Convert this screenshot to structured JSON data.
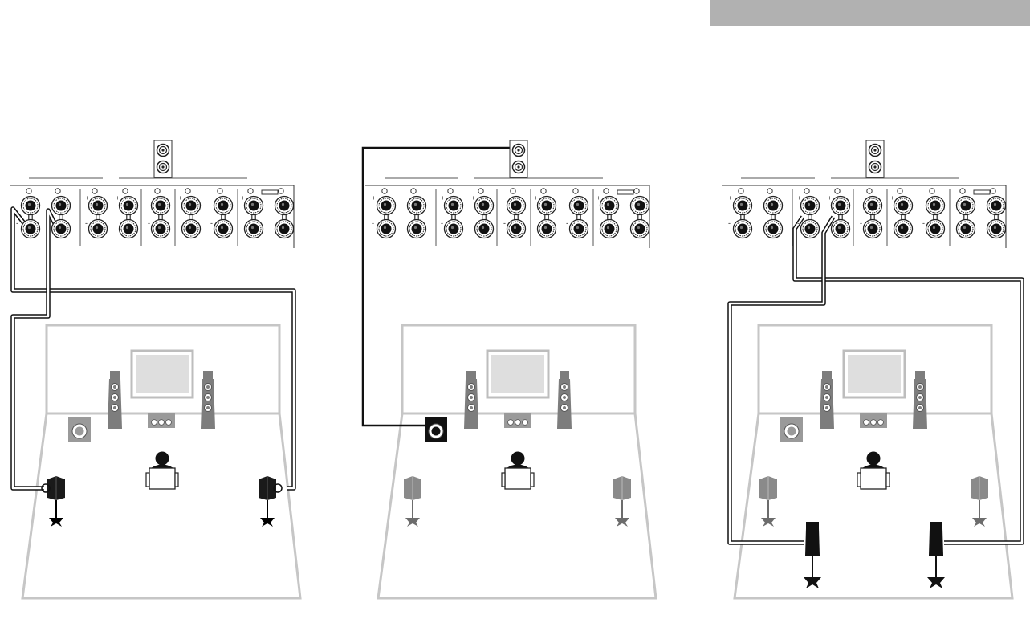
{
  "colors": {
    "header_bar": "#b1b1b1",
    "room_outline": "#c6c6c6",
    "highlight_speaker": "#1a1a1a",
    "dim_speaker": "#8a8a8a",
    "front_speaker": "#7d7d7d",
    "wire": "#1a1a1a"
  },
  "panels": [
    {
      "active_terminals": [
        [
          0,
          0
        ],
        [
          1,
          0
        ]
      ],
      "subwoofer_active": false,
      "subwoofer_out_wire": false,
      "surround_active": true,
      "surround_back": false
    },
    {
      "active_terminals": [],
      "subwoofer_active": true,
      "subwoofer_out_wire": true,
      "surround_active": false,
      "surround_back": false
    },
    {
      "active_terminals": [
        [
          2,
          0
        ],
        [
          3,
          0
        ]
      ],
      "subwoofer_active": false,
      "subwoofer_out_wire": false,
      "surround_active": false,
      "surround_back": true
    }
  ]
}
